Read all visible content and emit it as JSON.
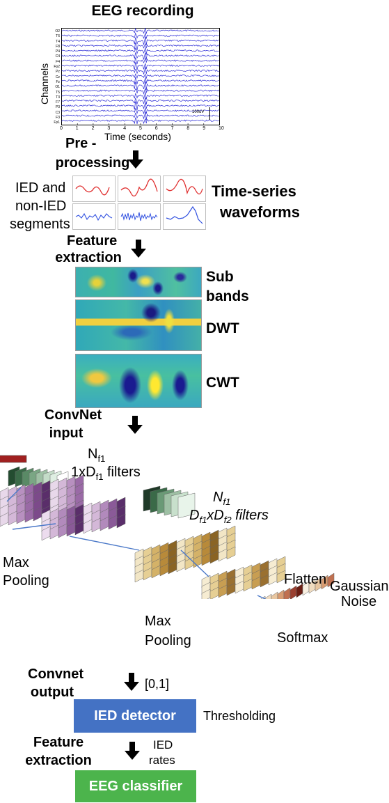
{
  "eeg": {
    "title": "EEG recording",
    "ylabel": "Channels",
    "xlabel": "Time (seconds)",
    "x_ticks": [
      "0",
      "1",
      "2",
      "3",
      "4",
      "5",
      "6",
      "7",
      "8",
      "9",
      "10"
    ],
    "channels": [
      "O2",
      "T6",
      "T4",
      "F8",
      "P4",
      "C4",
      "F4",
      "Fp2",
      "Pz",
      "Cz",
      "Fz",
      "O1",
      "T5",
      "T3",
      "F7",
      "P3",
      "C3",
      "F3",
      "Fp1"
    ],
    "scale_label": "100uV"
  },
  "step1": {
    "label_line1": "Pre -",
    "label_line2": "processing"
  },
  "segments": {
    "left_line1": "IED and",
    "left_line2": "non-IED",
    "left_line3": "segments",
    "right_line1": "Time-series",
    "right_line2": "waveforms"
  },
  "step2": {
    "label_line1": "Feature",
    "label_line2": "extraction"
  },
  "features": {
    "sub_line1": "Sub",
    "sub_line2": "bands",
    "dwt": "DWT",
    "cwt": "CWT"
  },
  "step3": {
    "label_line1": "ConvNet",
    "label_line2": "input"
  },
  "convnet": {
    "nf1_a": "N",
    "nf1_a_sub": "f1",
    "filters1_pre": "1xD",
    "filters1_sub": "f1",
    "filters1_post": " filters",
    "nf1_b": "N",
    "nf1_b_sub": "f1",
    "filters2_d1": "D",
    "filters2_d1_sub": "f1",
    "filters2_x": "xD",
    "filters2_d2_sub": "f2",
    "filters2_post": " filters",
    "maxpool1_line1": "Max",
    "maxpool1_line2": "Pooling",
    "maxpool2_line1": "Max",
    "maxpool2_line2": "Pooling",
    "flatten": "Flatten",
    "gaussian_line1": "Gaussian",
    "gaussian_line2": "Noise",
    "softmax": "Softmax"
  },
  "step4": {
    "label_line1": "Convnet",
    "label_line2": "output",
    "range": "[0,1]"
  },
  "detector": {
    "label": "IED detector",
    "side": "Thresholding",
    "color": "#4472c4"
  },
  "step5": {
    "label_line1": "Feature",
    "label_line2": "extraction",
    "side_line1": "IED",
    "side_line2": "rates"
  },
  "classifier": {
    "label": "EEG classifier",
    "color": "#4cb44c"
  },
  "colors": {
    "trace": "#2b2bd6",
    "red_wave": "#e03030",
    "blue_wave": "#3050e0"
  }
}
